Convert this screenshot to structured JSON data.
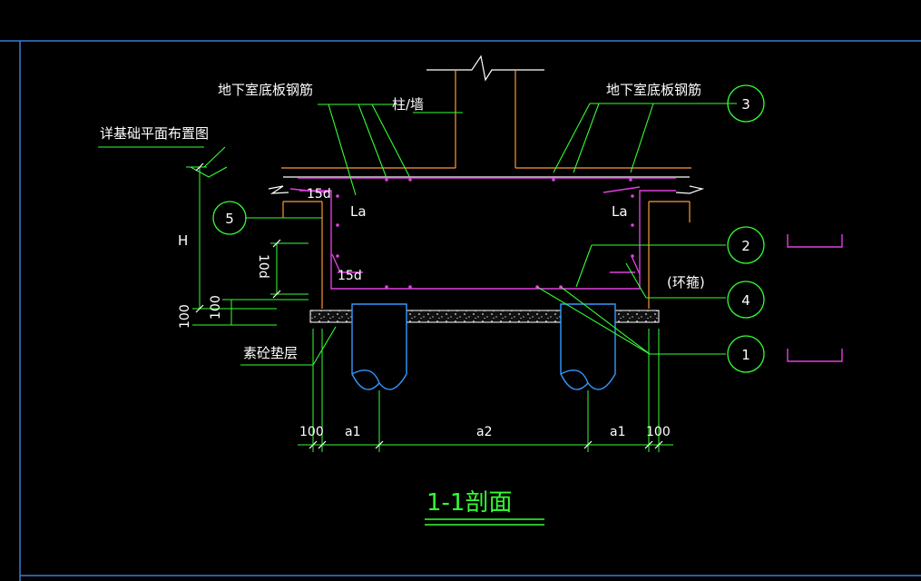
{
  "colors": {
    "background": "#000000",
    "border": "#3a7bd5",
    "rebar": "#e040e0",
    "outline": "#ffffff",
    "concrete": "#ff9933",
    "leader": "#33ff33",
    "pile": "#3399ff",
    "dimension": "#33ff33",
    "text": "#ffffff"
  },
  "labels": {
    "slab_rebar_left": "地下室底板钢筋",
    "slab_rebar_right": "地下室底板钢筋",
    "column_wall": "柱/墙",
    "see_plan": "详基础平面布置图",
    "height": "H",
    "len_15d_top": "15d",
    "len_15d_bottom": "15d",
    "la_left": "La",
    "la_right": "La",
    "len_10d": "10d",
    "dim_100_a": "100",
    "dim_100_b": "100",
    "hoop": "(环箍)",
    "blinding": "素砼垫层"
  },
  "callouts": [
    "3",
    "5",
    "2",
    "4",
    "1"
  ],
  "dimensions": {
    "left_100": "100",
    "a1_left": "a1",
    "a2": "a2",
    "a1_right": "a1",
    "right_100": "100"
  },
  "title": "1-1剖面"
}
